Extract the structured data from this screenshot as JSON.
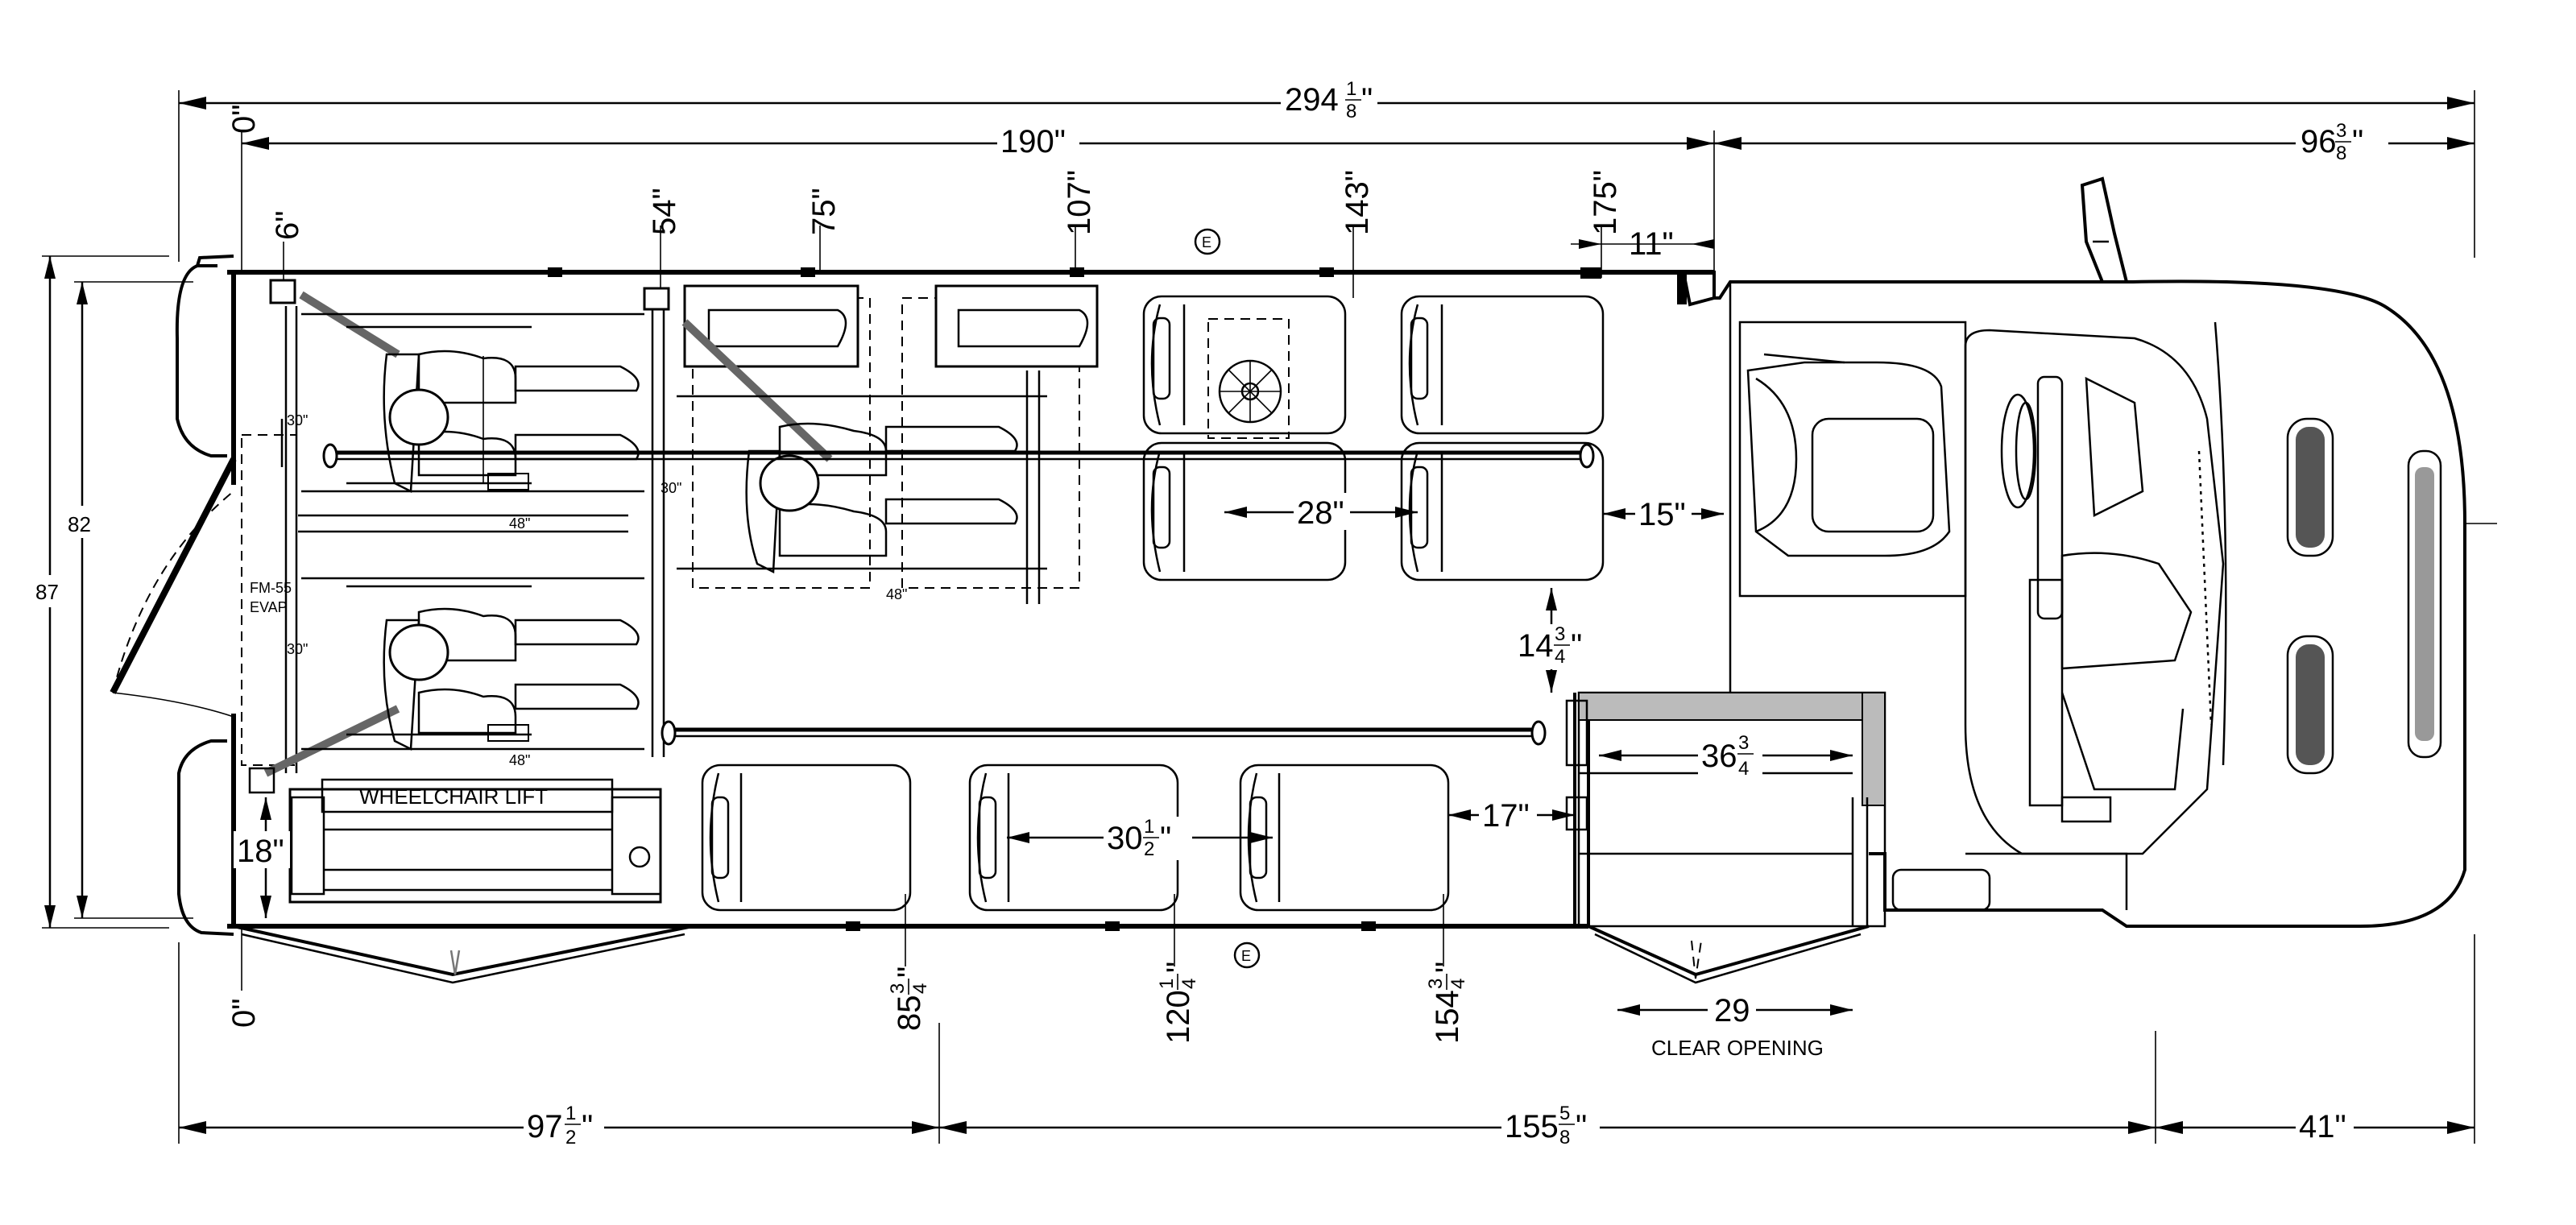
{
  "dimensions": {
    "overall_length": "294",
    "overall_length_frac": "1",
    "overall_length_den": "8",
    "body_length": "190\"",
    "cab_length": "96",
    "cab_length_frac": "3",
    "cab_length_den": "8",
    "zero_top": "0\"",
    "zero_bottom": "0\"",
    "stations_top": [
      "6\"",
      "54\"",
      "75\"",
      "107\"",
      "143\"",
      "175\""
    ],
    "offset_11": "11\"",
    "width_outer": "87",
    "width_inner": "82",
    "aisle_28": "28\"",
    "side_15": "15\"",
    "gap_14": "14",
    "gap_14_frac": "3",
    "gap_14_den": "4",
    "door_36": "36",
    "door_36_frac": "3",
    "door_36_den": "4",
    "seat_30": "30",
    "seat_30_frac": "1",
    "seat_30_den": "2",
    "side_17": "17\"",
    "rear_18": "18\"",
    "stations_bottom": [
      {
        "whole": "85",
        "num": "3",
        "den": "4"
      },
      {
        "whole": "120",
        "num": "1",
        "den": "4"
      },
      {
        "whole": "154",
        "num": "3",
        "den": "4"
      }
    ],
    "door_clear_29": "29",
    "clear_opening": "CLEAR OPENING",
    "bottom_97": "97",
    "bottom_97_frac": "1",
    "bottom_97_den": "2",
    "bottom_155": "155",
    "bottom_155_frac": "5",
    "bottom_155_den": "8",
    "bottom_41": "41\""
  },
  "labels": {
    "wheelchair_lift": "WHEELCHAIR LIFT",
    "fm_line1": "FM-55",
    "fm_line2": "EVAP",
    "emergency_top": "E",
    "emergency_bottom": "E",
    "ws_30_a": "30\"",
    "ws_30_b": "30\"",
    "ws_30_c": "30\"",
    "ws_48_a": "48\"",
    "ws_48_b": "48\"",
    "ws_48_c": "48\""
  }
}
